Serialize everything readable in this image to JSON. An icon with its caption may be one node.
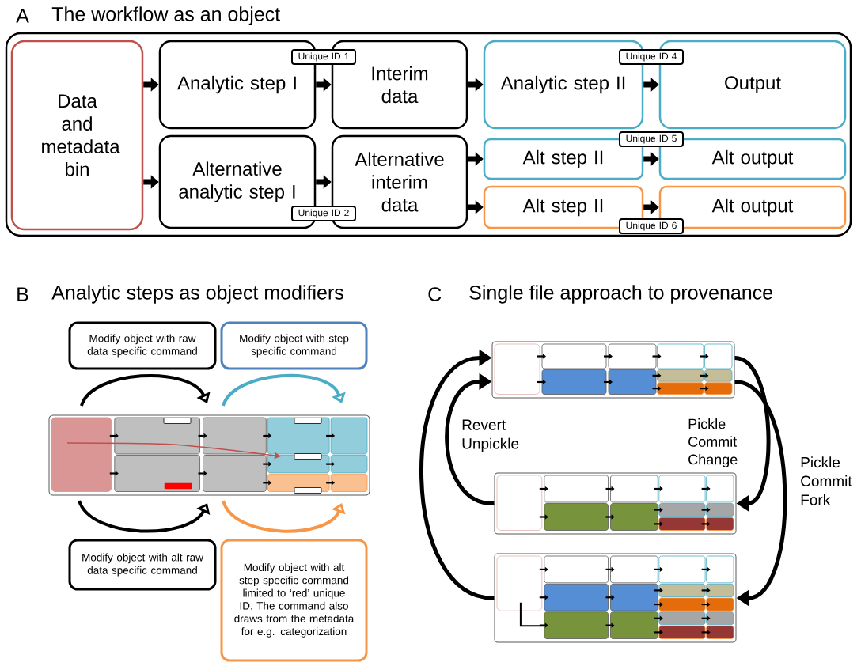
{
  "diagram": {
    "nodes": [
      {
        "text": [],
        "shape": "box"
      },
      {
        "text": [
          "Data and metadata bin"
        ],
        "in": 0
      },
      {
        "text": [
          "Analytic step I"
        ],
        "in": 0
      },
      {
        "text": [
          "Interim data"
        ],
        "in": 0
      },
      {
        "text": [
          "Analytic step II"
        ],
        "in": 0
      },
      {
        "text": [
          "Output"
        ],
        "in": 0
      },
      {
        "text": [
          "Alternative analytic step I"
        ],
        "in": 0
      },
      {
        "text": [
          "Alternative interim data"
        ],
        "in": 0
      },
      {
        "text": [
          "Alt step II"
        ],
        "in": 0
      },
      {
        "text": [
          "Alt output"
        ],
        "in": 0
      },
      {
        "text": [
          "Alt step II"
        ],
        "in": 0
      },
      {
        "text": [
          "Alt output"
        ],
        "in": 0
      },
      {
        "text": [
          "Unique ID 1"
        ],
        "in": 0
      },
      {
        "text": [
          "Unique ID 2"
        ],
        "in": 0
      },
      {
        "text": [
          "Unique ID 4"
        ],
        "in": 0
      },
      {
        "text": [
          "Unique ID 5"
        ],
        "in": 0
      },
      {
        "text": [
          "Unique ID 6"
        ],
        "in": 0
      },
      {
        "text": [
          "Modify object with raw data specific command"
        ]
      },
      {
        "text": [
          "Modify object with step specific command"
        ]
      },
      {
        "text": [
          "Modify object with alt raw data specific command"
        ]
      },
      {
        "text": [
          "Modify object with alt step specific command limited to ‘red’ unique ID. The command also draws from the metadata for e.g. categorization"
        ]
      },
      {
        "text": [],
        "shape": "picture"
      },
      {
        "text": [],
        "shape": "picture"
      },
      {
        "text": [],
        "shape": "picture"
      }
    ],
    "edges": [
      {
        "from": 1,
        "to": 2,
        "arrow": "to"
      },
      {
        "from": 1,
        "to": 6,
        "arrow": "to"
      },
      {
        "from": 2,
        "to": 3,
        "arrow": "to"
      },
      {
        "from": 6,
        "to": 7,
        "arrow": "to"
      },
      {
        "from": 3,
        "to": 4,
        "arrow": "to"
      },
      {
        "from": 4,
        "to": 5,
        "arrow": "to"
      },
      {
        "from": 7,
        "to": 8,
        "arrow": "to"
      },
      {
        "from": 7,
        "to": 10,
        "arrow": "to"
      },
      {
        "from": 8,
        "to": 9,
        "arrow": "to"
      },
      {
        "from": 10,
        "to": 11,
        "arrow": "to"
      },
      {
        "from": 22,
        "to": 21,
        "arrow": "to",
        "label": "Revert Unpickle"
      },
      {
        "from": 23,
        "to": 21,
        "arrow": "to"
      },
      {
        "from": 21,
        "to": 22,
        "arrow": "to",
        "label": "Pickle Commit Change"
      },
      {
        "from": 21,
        "to": 23,
        "arrow": "to",
        "label": "Pickle Commit Fork"
      }
    ],
    "labels": [
      "A",
      "The workflow as an object",
      "B",
      "Analytic steps as object modifiers",
      "C",
      "Single file approach to provenance"
    ]
  }
}
